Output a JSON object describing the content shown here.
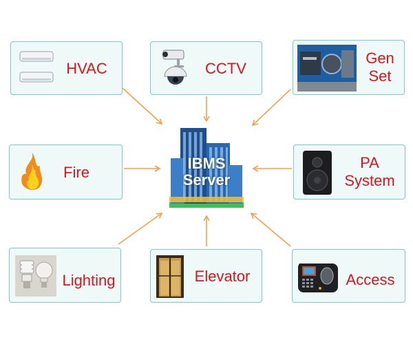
{
  "server": {
    "label": "IBMS\nServer"
  },
  "subsystems": [
    {
      "id": "hvac",
      "label": "HVAC",
      "icon": "air-conditioner-icon"
    },
    {
      "id": "cctv",
      "label": "CCTV",
      "icon": "security-camera-icon"
    },
    {
      "id": "genset",
      "label": "Gen\nSet",
      "icon": "generator-icon"
    },
    {
      "id": "fire",
      "label": "Fire",
      "icon": "flame-icon"
    },
    {
      "id": "pa",
      "label": "PA\nSystem",
      "icon": "speaker-icon"
    },
    {
      "id": "lighting",
      "label": "Lighting",
      "icon": "light-bulb-icon"
    },
    {
      "id": "elevator",
      "label": "Elevator",
      "icon": "elevator-icon"
    },
    {
      "id": "access",
      "label": "Access",
      "icon": "fingerprint-terminal-icon"
    }
  ],
  "colors": {
    "label": "#e0131b",
    "arrow": "#f4a04a",
    "box_fill": "#eef9f8",
    "box_border": "#7dc8cc"
  }
}
